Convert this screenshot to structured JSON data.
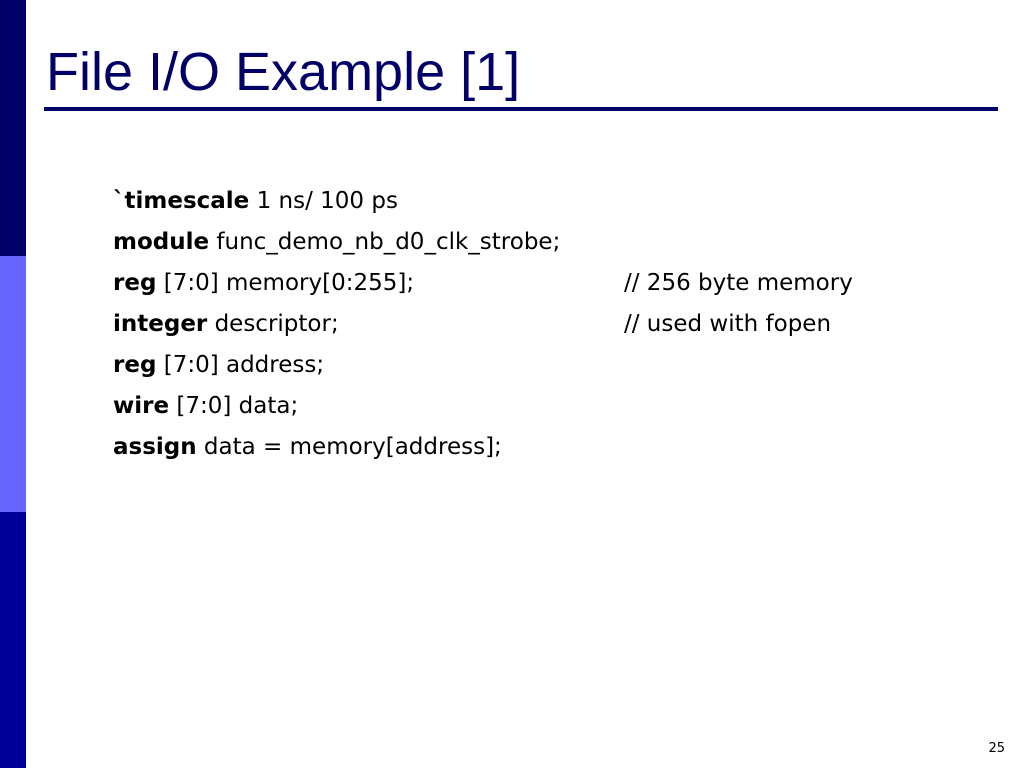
{
  "colors": {
    "title": "#000066",
    "sidebar_top": "#000066",
    "sidebar_middle": "#6666ff",
    "sidebar_bottom": "#000099",
    "text": "#000000"
  },
  "slide": {
    "title": "File I/O Example [1]",
    "page_number": "25"
  },
  "code_lines": [
    {
      "keyword": "`timescale",
      "rest": " 1 ns/ 100 ps",
      "comment": ""
    },
    {
      "keyword": "module",
      "rest": " func_demo_nb_d0_clk_strobe;",
      "comment": ""
    },
    {
      "keyword": "reg",
      "rest": " [7:0] memory[0:255];",
      "comment": "// 256 byte memory"
    },
    {
      "keyword": "integer",
      "rest": " descriptor;",
      "comment": "// used with fopen"
    },
    {
      "keyword": "reg",
      "rest": " [7:0] address;",
      "comment": ""
    },
    {
      "keyword": "wire",
      "rest": " [7:0] data;",
      "comment": ""
    },
    {
      "keyword": "assign",
      "rest": " data = memory[address];",
      "comment": ""
    }
  ]
}
